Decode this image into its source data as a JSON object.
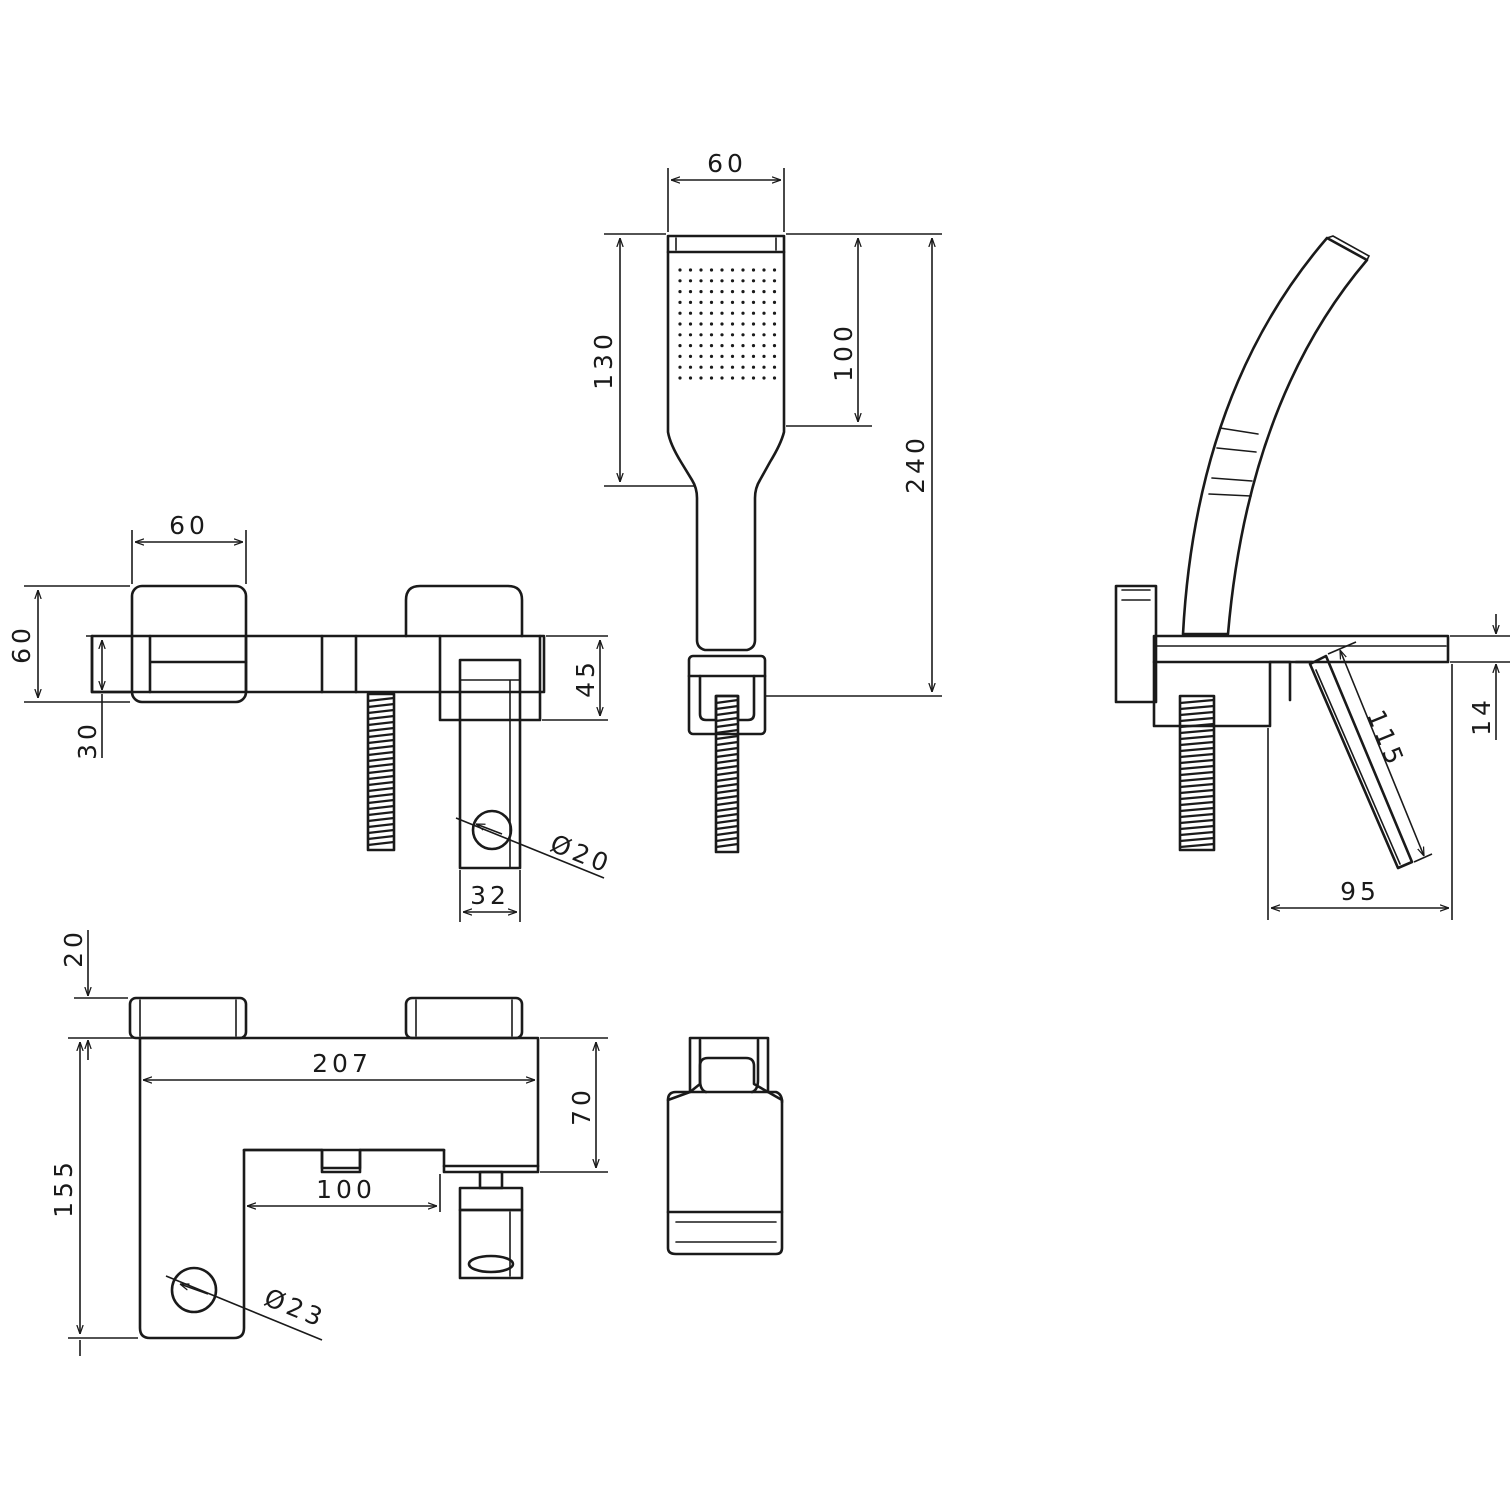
{
  "views": {
    "handshower_front": {
      "width_dim": "60",
      "head_height_dim": "130",
      "spray_face_dim": "100",
      "total_length_dim": "240"
    },
    "handshower_side": {
      "holder_height_dim": "14",
      "holder_arm_dim": "115",
      "holder_projection_dim": "95"
    },
    "mixer_front": {
      "handle_width_dim": "60",
      "handle_height_dim": "60",
      "inlet_dim": "30",
      "body_height_dim": "45",
      "spout_outlet_dim": "Ø20",
      "spout_width_dim": "32"
    },
    "mixer_top": {
      "handle_dim": "20",
      "body_length_dim": "207",
      "body_depth_dim": "70",
      "centres_dim": "100",
      "total_depth_dim": "155",
      "inlet_dim": "Ø23"
    }
  },
  "colors": {
    "line": "#1a1a1a",
    "background": "#ffffff"
  }
}
